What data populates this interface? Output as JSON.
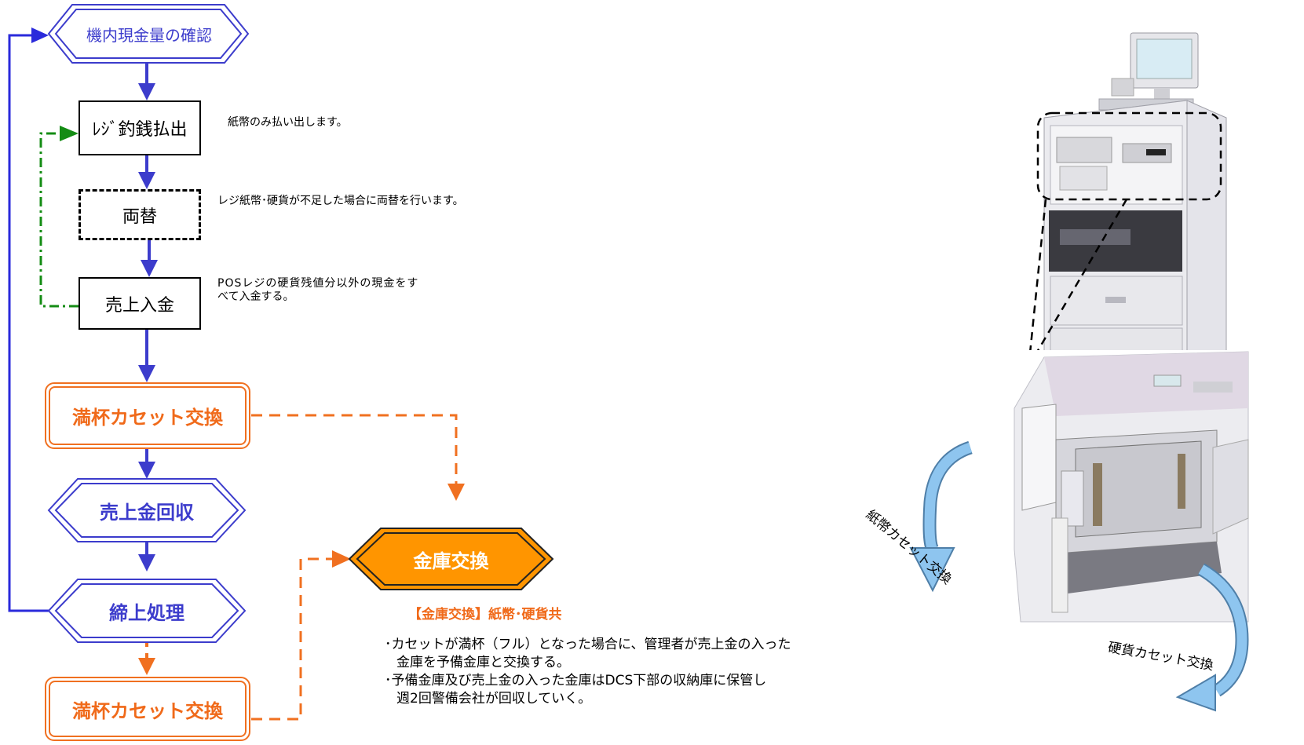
{
  "flow": {
    "check": "機内現金量の確認",
    "dispense": "ﾚｼﾞ釣銭払出",
    "exchange": "両替",
    "deposit": "売上入金",
    "cassette1": "満杯カセット交換",
    "collect": "売上金回収",
    "closing": "締上処理",
    "cassette2": "満杯カセット交換",
    "safe": "金庫交換"
  },
  "notes": {
    "dispense": "紙幣のみ払い出します。",
    "exchange": "レジ紙幣･硬貨が不足した場合に両替を行います。",
    "deposit_line1": "POSレジの硬貨残値分以外の現金をす",
    "deposit_line2": "べて入金する。"
  },
  "safe_note": {
    "title": "【金庫交換】紙幣･硬貨共",
    "line1": "･カセットが満杯（フル）となった場合に、管理者が売上金の入った",
    "line2": "金庫を予備金庫と交換する。",
    "line3": "･予備金庫及び売上金の入った金庫はDCS下部の収納庫に保管し",
    "line4": "週2回警備会社が回収していく。"
  },
  "photo_labels": {
    "bill": "紙幣カセット交換",
    "coin": "硬貨カセット交換"
  },
  "colors": {
    "blue": "#3c3ccc",
    "orange": "#f07020",
    "green": "#148c14",
    "arrow_light": "#8ec5ef"
  }
}
